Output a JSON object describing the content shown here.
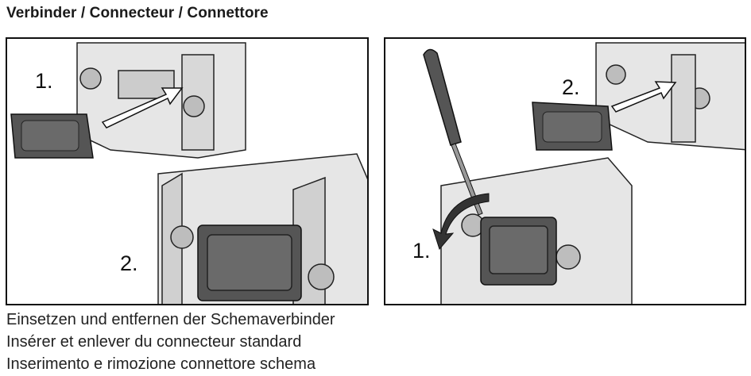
{
  "title": "Verbinder / Connecteur / Connettore",
  "left_panel": {
    "step1": "1.",
    "step2": "2."
  },
  "right_panel": {
    "step1": "1.",
    "step2": "2."
  },
  "captions": [
    "Einsetzen und entfernen der Schemaverbinder",
    "Insérer et enlever du connecteur standard",
    "Inserimento e rimozione connettore schema"
  ],
  "colors": {
    "device": "#e6e6e6",
    "outline": "#222222",
    "connector": "#555555",
    "shade": "#bdbdbd"
  }
}
